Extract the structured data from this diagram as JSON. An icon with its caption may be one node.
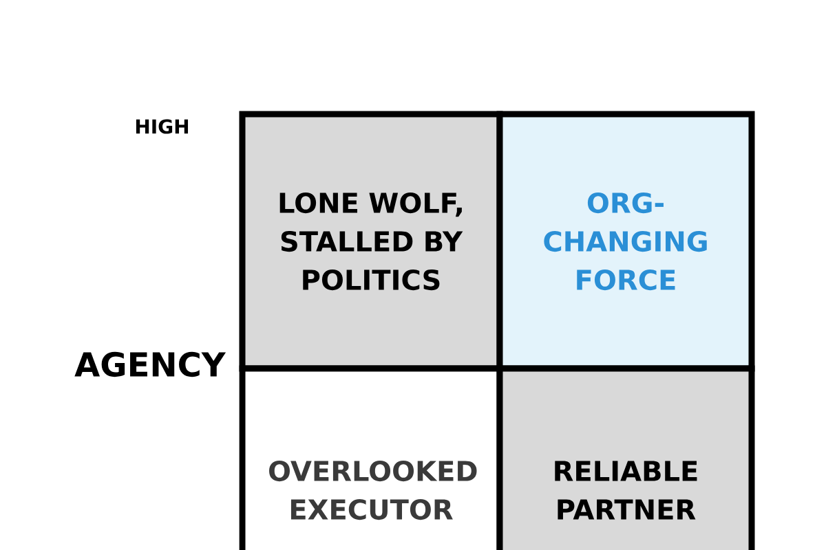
{
  "diagram": {
    "nodes": [
      {
        "text": [
          "LONE WOLF, STALLED BY POLITICS"
        ]
      },
      {
        "text": [
          "ORG-CHANGING FORCE"
        ]
      },
      {
        "text": [
          "OVERLOOKED EXECUTOR"
        ]
      },
      {
        "text": [
          "RELIABLE PARTNER"
        ]
      }
    ],
    "labels": [
      "HIGH",
      "AGENCY"
    ]
  }
}
